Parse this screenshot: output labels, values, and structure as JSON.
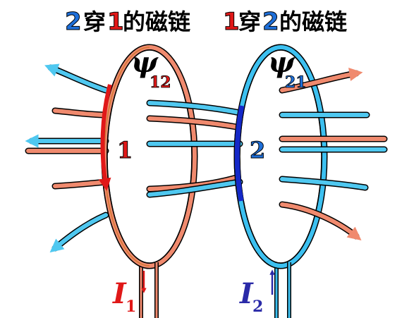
{
  "titles": {
    "left": {
      "lead": "2",
      "mid": "穿",
      "num": "1",
      "tail": "的磁链"
    },
    "right": {
      "lead": "1",
      "mid": "穿",
      "num": "2",
      "tail": "的磁链"
    }
  },
  "coil1": {
    "number": "1",
    "psi_symbol": "ψ",
    "psi_sub": "12",
    "current_symbol": "I",
    "current_sub": "1"
  },
  "coil2": {
    "number": "2",
    "psi_symbol": "ψ",
    "psi_sub": "21",
    "current_symbol": "I",
    "current_sub": "2"
  },
  "colors": {
    "coil1_ring": "#f08a6e",
    "coil2_ring": "#3cc0f0",
    "field_blue": "#4fc8f0",
    "field_salmon": "#f08a6e",
    "title_blue": "#1e6fd9",
    "title_red": "#e01818",
    "current1": "#e01818",
    "current2": "#2a2aa8",
    "dark_blue": "#1428c8"
  }
}
